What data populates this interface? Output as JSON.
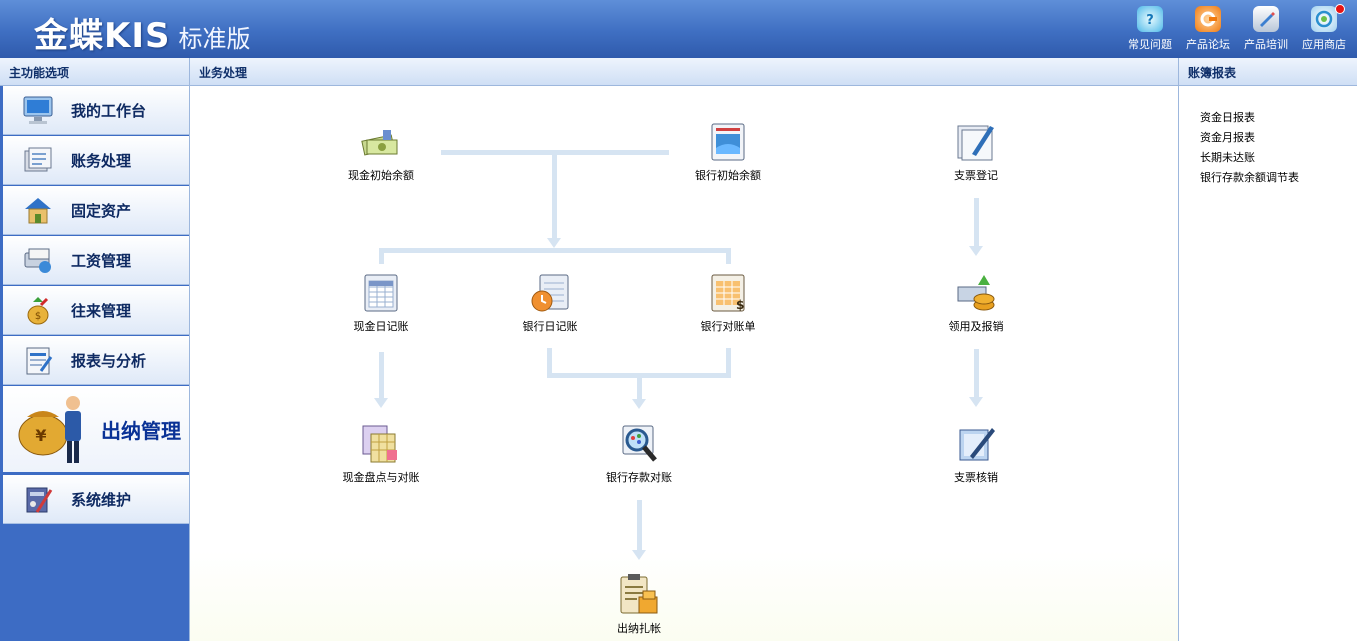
{
  "header": {
    "brand_main": "金蝶KIS",
    "brand_sub": "标准版",
    "tools": [
      {
        "label": "常见问题",
        "icon": "faq-icon"
      },
      {
        "label": "产品论坛",
        "icon": "forum-icon"
      },
      {
        "label": "产品培训",
        "icon": "training-icon"
      },
      {
        "label": "应用商店",
        "icon": "app-store-icon"
      }
    ]
  },
  "leftnav": {
    "title": "主功能选项",
    "items": [
      {
        "label": "我的工作台",
        "icon": "monitor-icon"
      },
      {
        "label": "账务处理",
        "icon": "ledger-icon"
      },
      {
        "label": "固定资产",
        "icon": "house-icon"
      },
      {
        "label": "工资管理",
        "icon": "payroll-icon"
      },
      {
        "label": "往来管理",
        "icon": "money-bag-icon"
      },
      {
        "label": "报表与分析",
        "icon": "report-icon"
      },
      {
        "label": "出纳管理",
        "icon": "cashier-icon",
        "active": true
      },
      {
        "label": "系统维护",
        "icon": "tools-icon"
      }
    ]
  },
  "main": {
    "title": "业务处理",
    "nodes": {
      "cash_init": "现金初始余额",
      "bank_init": "银行初始余额",
      "cheque_register": "支票登记",
      "cash_journal": "现金日记账",
      "bank_journal": "银行日记账",
      "bank_statement": "银行对账单",
      "requisition": "领用及报销",
      "cash_count": "现金盘点与对账",
      "bank_reconcile": "银行存款对账",
      "cheque_writeoff": "支票核销",
      "cashier_close": "出纳扎帐"
    }
  },
  "right": {
    "title": "账簿报表",
    "reports": [
      "资金日报表",
      "资金月报表",
      "长期未达账",
      "银行存款余额调节表"
    ]
  },
  "colors": {
    "header": "#3f6fc2",
    "nav_bg": "#3d6cc4",
    "flow_line": "#d6e4f2",
    "active_label": "#0a3296"
  }
}
